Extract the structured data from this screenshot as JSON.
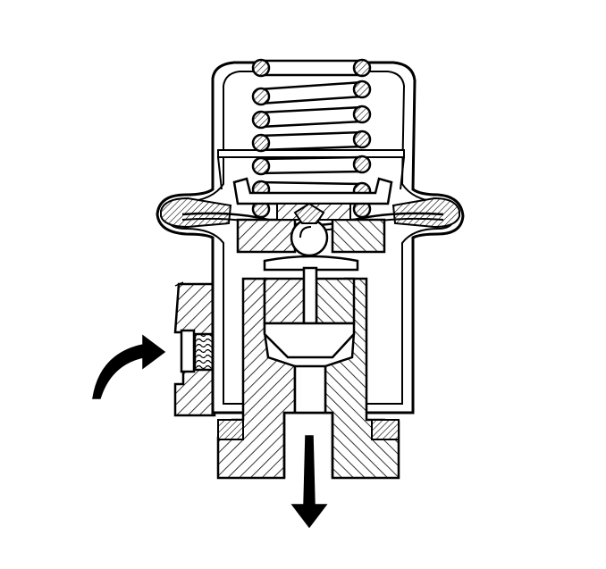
{
  "diagram": {
    "kind": "cross-section",
    "subject_icon": "pressure-regulator-cutaway",
    "components": [
      "outer-housing",
      "top-cap",
      "coil-spring",
      "spring-seat",
      "diaphragm",
      "ball-valve",
      "valve-seat-insert",
      "base-body",
      "o-ring-seal",
      "mounting-bore"
    ],
    "arrows": [
      {
        "name": "fuel-inlet-arrow",
        "direction": "curved-right"
      },
      {
        "name": "fuel-return-arrow",
        "direction": "down"
      }
    ],
    "colors": {
      "line": "#000000",
      "background": "#ffffff"
    }
  }
}
